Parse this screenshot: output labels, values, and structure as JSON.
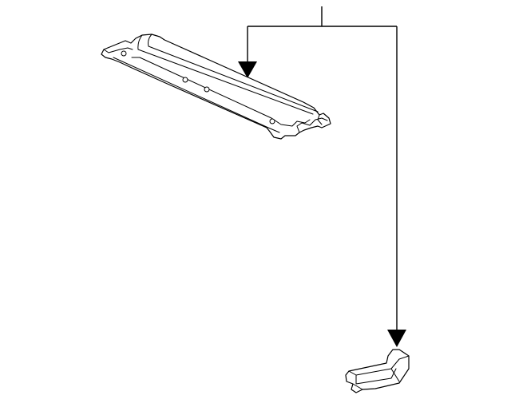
{
  "diagram": {
    "kind": "exploded-parts-diagram",
    "background_color": "#ffffff",
    "line_color": "#000000",
    "parts": [
      {
        "name": "long-crossmember-bracket",
        "has_callout_arrow": true
      },
      {
        "name": "small-end-bracket",
        "has_callout_arrow": true
      }
    ],
    "callout_labels": []
  }
}
